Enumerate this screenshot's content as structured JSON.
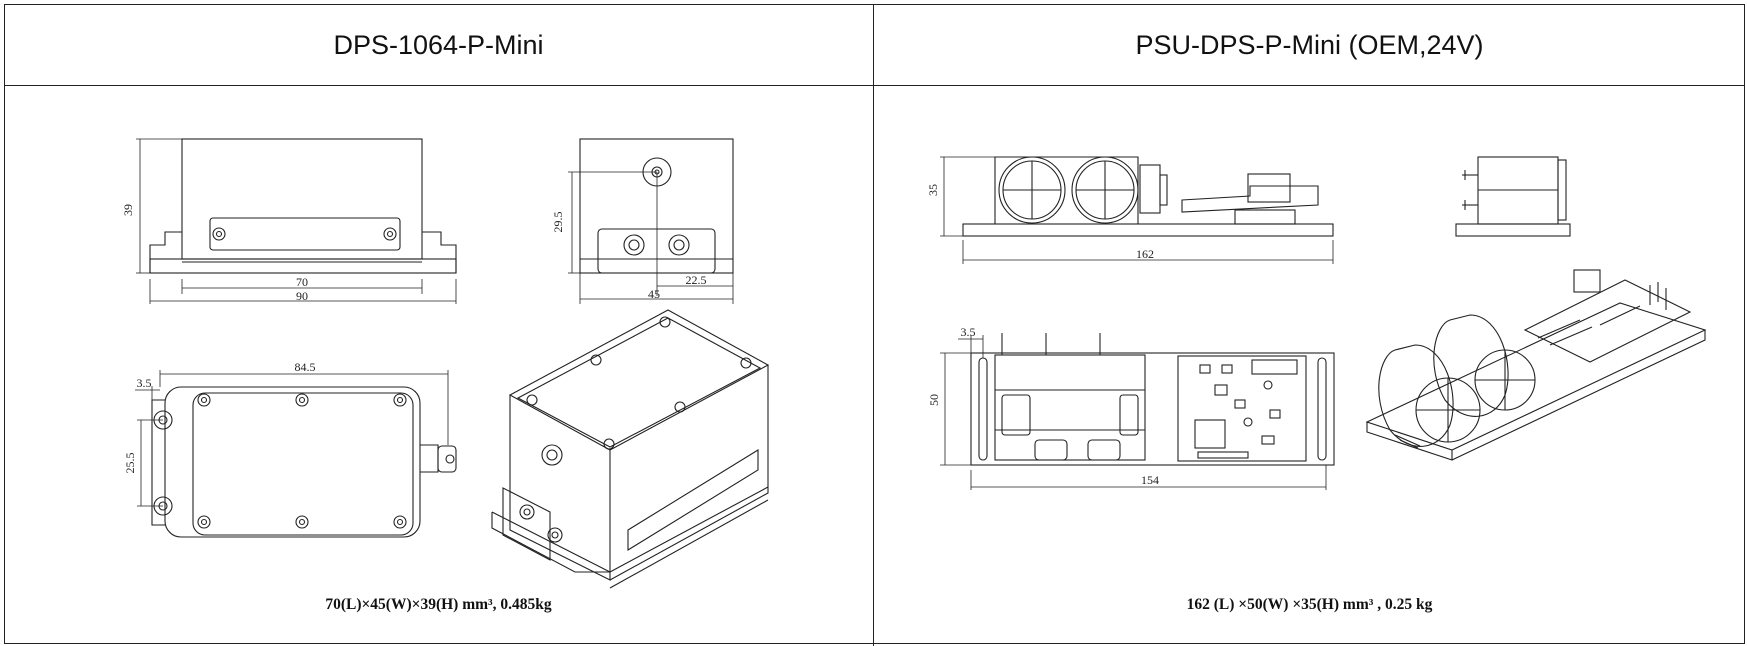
{
  "left_panel": {
    "title": "DPS-1064-P-Mini",
    "spec": "70(L)×45(W)×39(H) mm³, 0.485kg",
    "dimensions": {
      "height": "39",
      "inner_length": "70",
      "total_length": "90",
      "beam_height": "29.5",
      "beam_offset": "22.5",
      "width": "45",
      "body_length": "84.5",
      "edge_offset": "3.5",
      "hole_spacing": "25.5"
    }
  },
  "right_panel": {
    "title": "PSU-DPS-P-Mini (OEM,24V)",
    "spec": "162 (L) ×50(W) ×35(H) mm³ , 0.25 kg",
    "dimensions": {
      "height": "35",
      "length": "162",
      "edge_offset": "3.5",
      "width": "50",
      "hole_length": "154"
    }
  }
}
